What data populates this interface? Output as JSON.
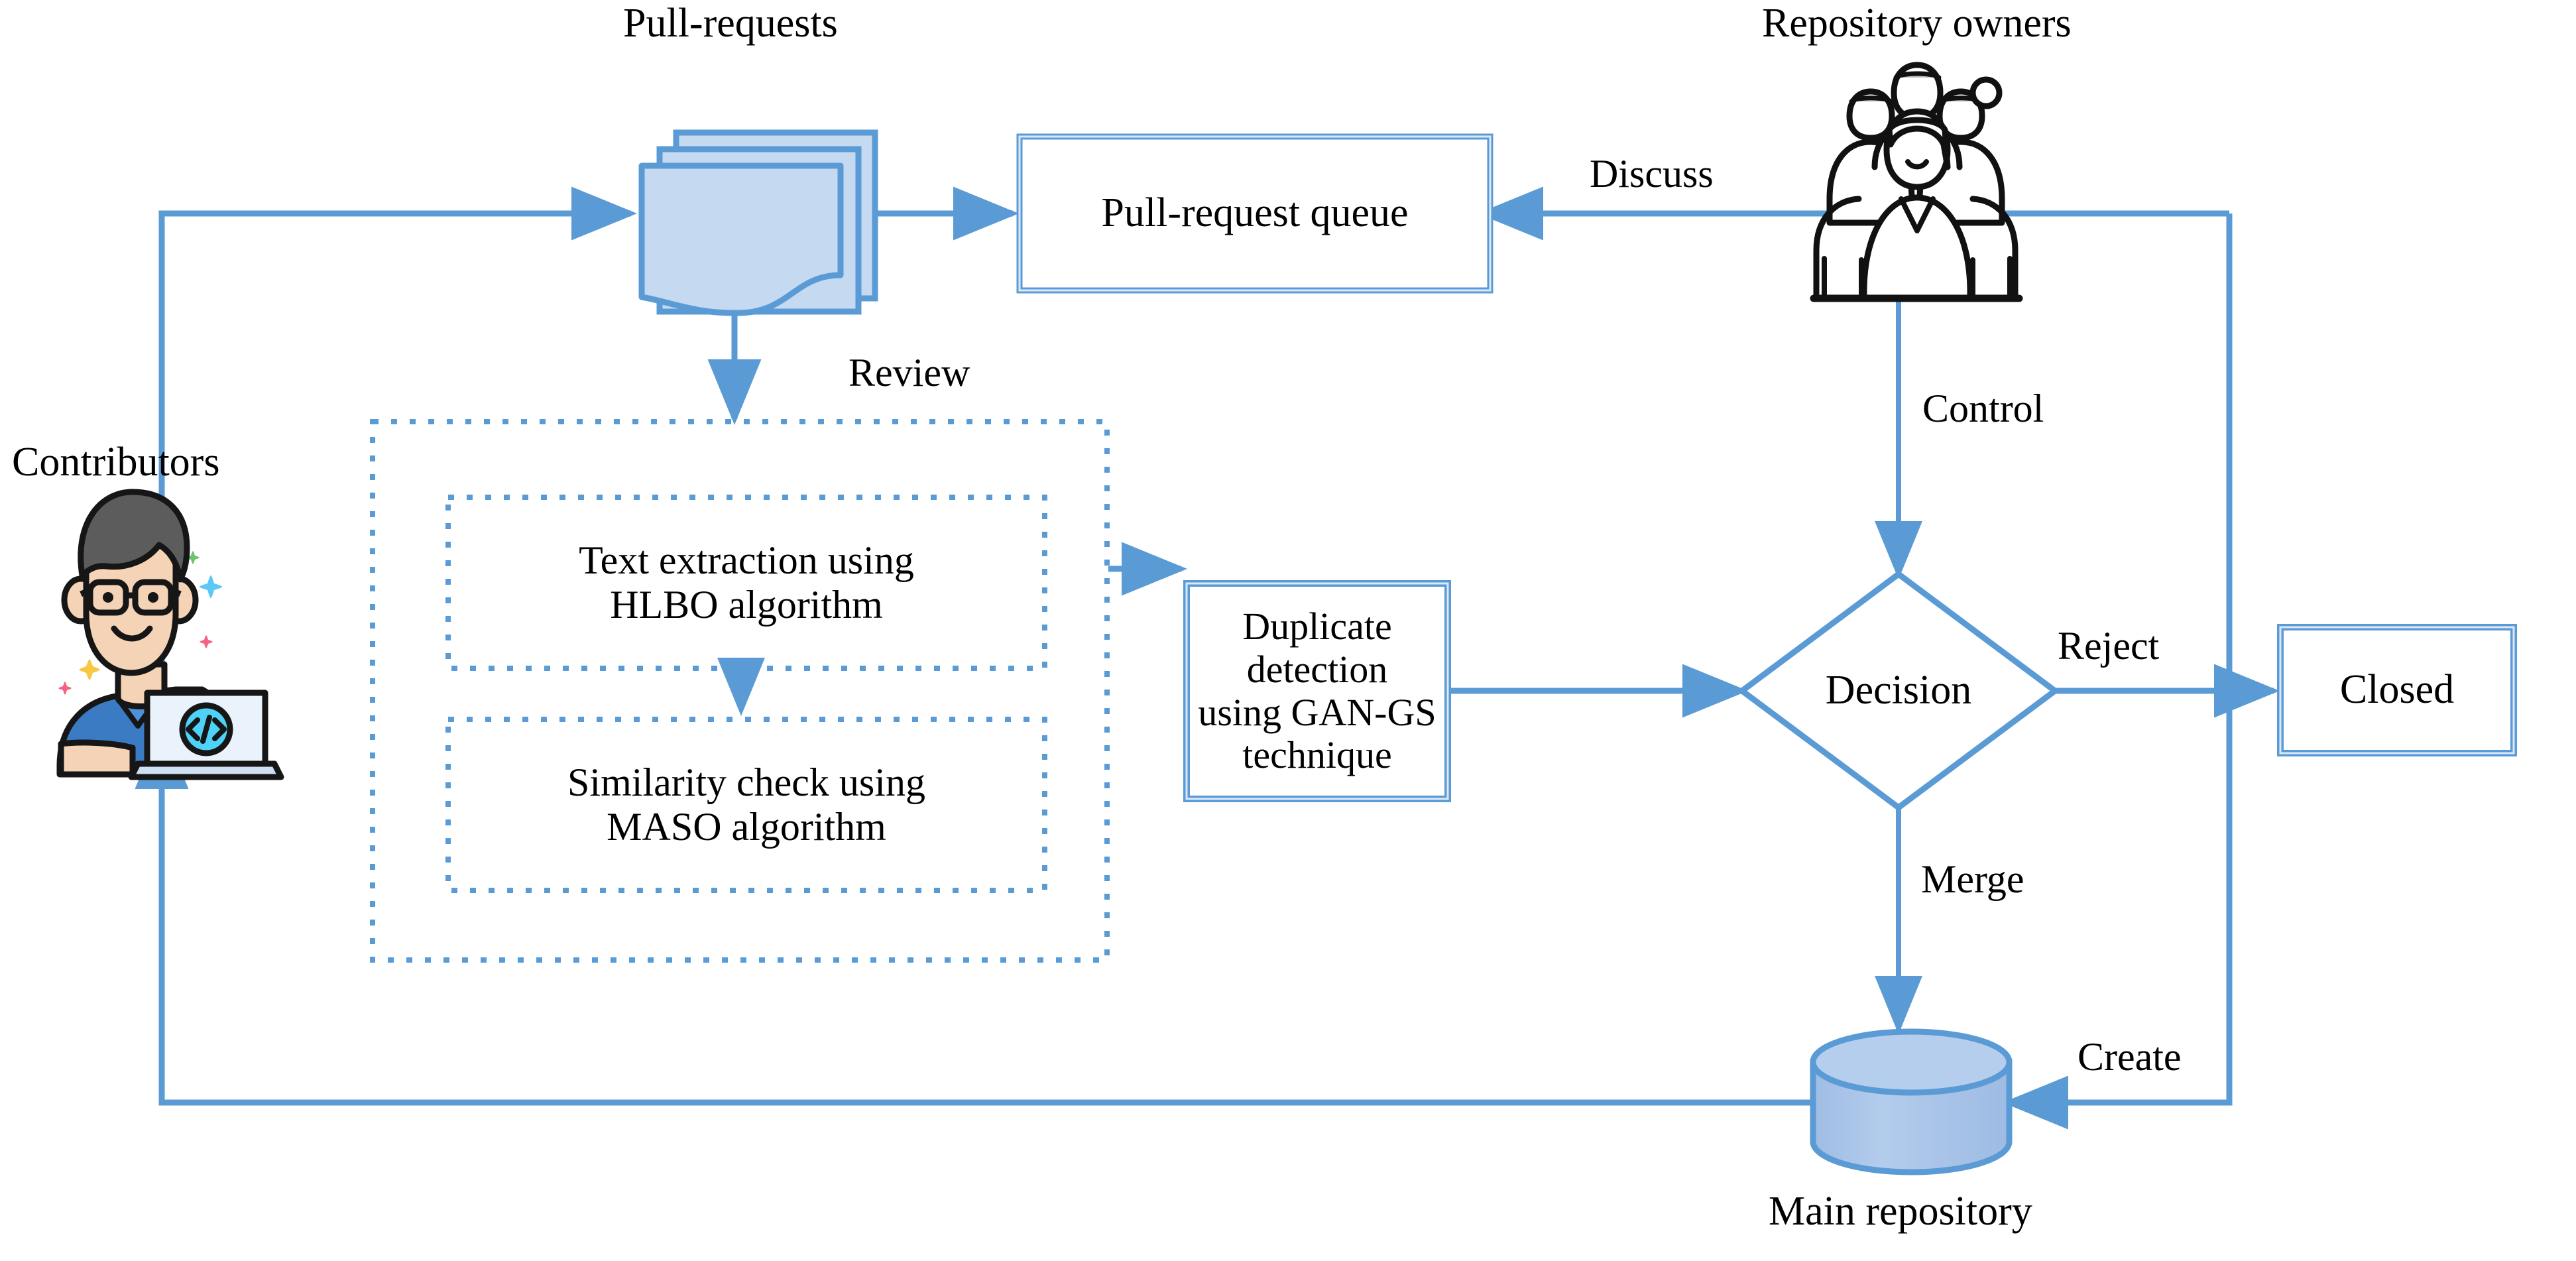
{
  "diagram": {
    "title": "Pull-request review and duplicate-detection workflow",
    "accent_color": "#5B9BD5",
    "fill_color": "#C5D9F1",
    "cylinder_fill": "#A9C4E8",
    "text_color": "#000000"
  },
  "actors": {
    "contributors": {
      "label": "Contributors",
      "icon": "developer-avatar-icon"
    },
    "repository_owners": {
      "label": "Repository owners",
      "icon": "people-group-icon"
    }
  },
  "nodes": {
    "pull_requests": {
      "label": "Pull-requests",
      "shape": "multi-document",
      "icon": "documents-stack-icon"
    },
    "pull_request_queue": {
      "label": "Pull-request queue",
      "shape": "rectangle"
    },
    "review_group": {
      "label": "Review",
      "shape": "dotted-container"
    },
    "text_extraction": {
      "label": "Text extraction using HLBO algorithm",
      "line1": "Text extraction using",
      "line2": "HLBO algorithm",
      "shape": "dotted-rectangle"
    },
    "similarity_check": {
      "label": "Similarity check using MASO algorithm",
      "line1": "Similarity check using",
      "line2": "MASO algorithm",
      "shape": "dotted-rectangle"
    },
    "duplicate_detection": {
      "label": "Duplicate detection using GAN-GS technique",
      "line1": "Duplicate detection",
      "line2": "using GAN-GS",
      "line3": "technique",
      "shape": "rectangle"
    },
    "decision": {
      "label": "Decision",
      "shape": "diamond"
    },
    "closed": {
      "label": "Closed",
      "shape": "rectangle"
    },
    "main_repository": {
      "label": "Main repository",
      "shape": "cylinder",
      "icon": "database-cylinder-icon"
    }
  },
  "edges": [
    {
      "id": "contributors-to-pull-requests",
      "label": "",
      "from": "contributors",
      "to": "pull_requests"
    },
    {
      "id": "pull-requests-to-queue",
      "label": "",
      "from": "pull_requests",
      "to": "pull_request_queue"
    },
    {
      "id": "pull-requests-to-review",
      "label": "Review",
      "from": "pull_requests",
      "to": "review_group"
    },
    {
      "id": "owners-to-queue",
      "label": "Discuss",
      "from": "repository_owners",
      "to": "pull_request_queue"
    },
    {
      "id": "owners-to-decision",
      "label": "Control",
      "from": "repository_owners",
      "to": "decision"
    },
    {
      "id": "text-extraction-to-similarity",
      "label": "",
      "from": "text_extraction",
      "to": "similarity_check"
    },
    {
      "id": "review-to-duplicate-detection",
      "label": "",
      "from": "review_group",
      "to": "duplicate_detection"
    },
    {
      "id": "duplicate-detection-to-decision",
      "label": "",
      "from": "duplicate_detection",
      "to": "decision"
    },
    {
      "id": "decision-to-closed",
      "label": "Reject",
      "from": "decision",
      "to": "closed"
    },
    {
      "id": "decision-to-main-repository",
      "label": "Merge",
      "from": "decision",
      "to": "main_repository"
    },
    {
      "id": "owners-to-main-repository",
      "label": "Create",
      "from": "repository_owners",
      "to": "main_repository"
    },
    {
      "id": "main-repository-to-contributors",
      "label": "",
      "from": "main_repository",
      "to": "contributors"
    }
  ],
  "edge_labels": {
    "review": "Review",
    "discuss": "Discuss",
    "control": "Control",
    "reject": "Reject",
    "merge": "Merge",
    "create": "Create"
  }
}
